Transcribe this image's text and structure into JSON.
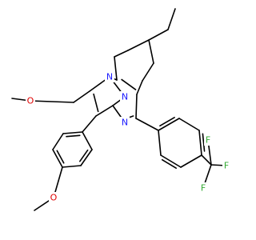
{
  "molecule": {
    "colors": {
      "background": "#ffffff",
      "bond": "#000000",
      "N": "#1a1aff",
      "O": "#e00000",
      "F": "#33aa33"
    },
    "atoms": {
      "O1": "O",
      "O2": "O",
      "N_pz1": "N",
      "N_pz2": "N",
      "N_pyr": "N",
      "F1": "F",
      "F2": "F",
      "F3": "F"
    }
  }
}
